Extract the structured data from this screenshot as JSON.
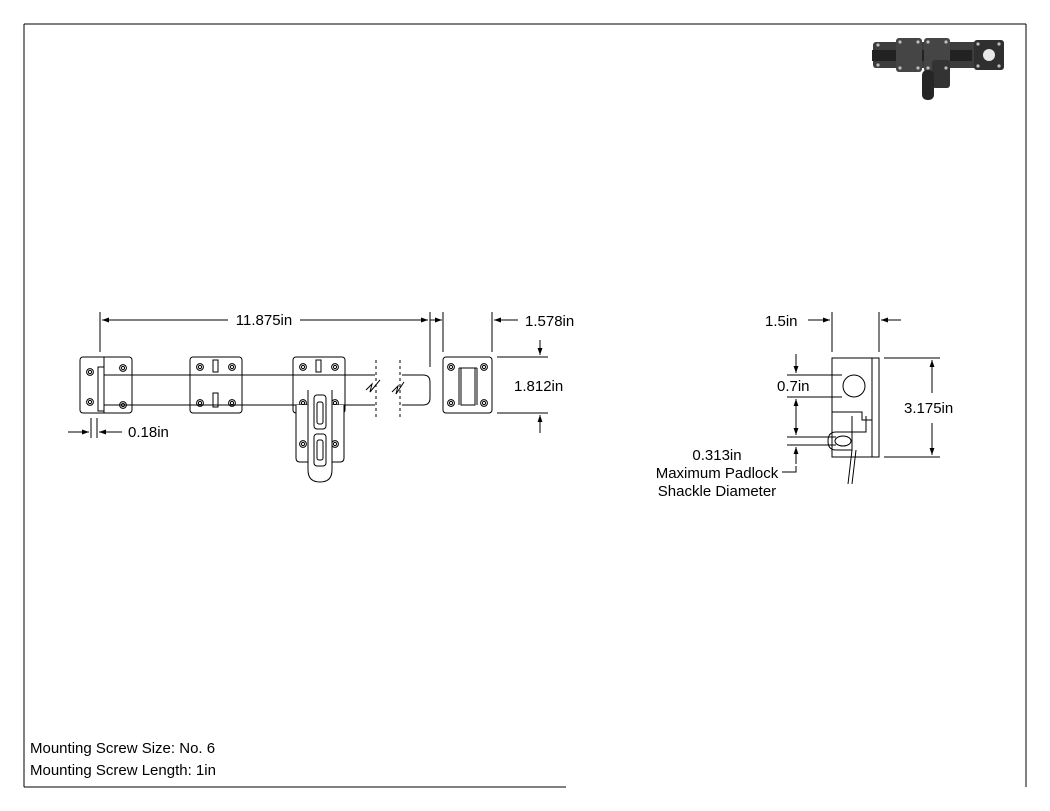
{
  "dimensions": {
    "overall_length": "11.875in",
    "keeper_width": "1.578in",
    "plate_height": "1.812in",
    "edge_offset": "0.18in",
    "side_depth": "1.5in",
    "hole_center": "0.7in",
    "overall_height": "3.175in",
    "shackle_diameter": "0.313in",
    "shackle_note_line1": "Maximum Padlock",
    "shackle_note_line2": "Shackle Diameter"
  },
  "notes": {
    "screw_size": "Mounting Screw Size: No. 6",
    "screw_length": "Mounting Screw Length: 1in"
  }
}
